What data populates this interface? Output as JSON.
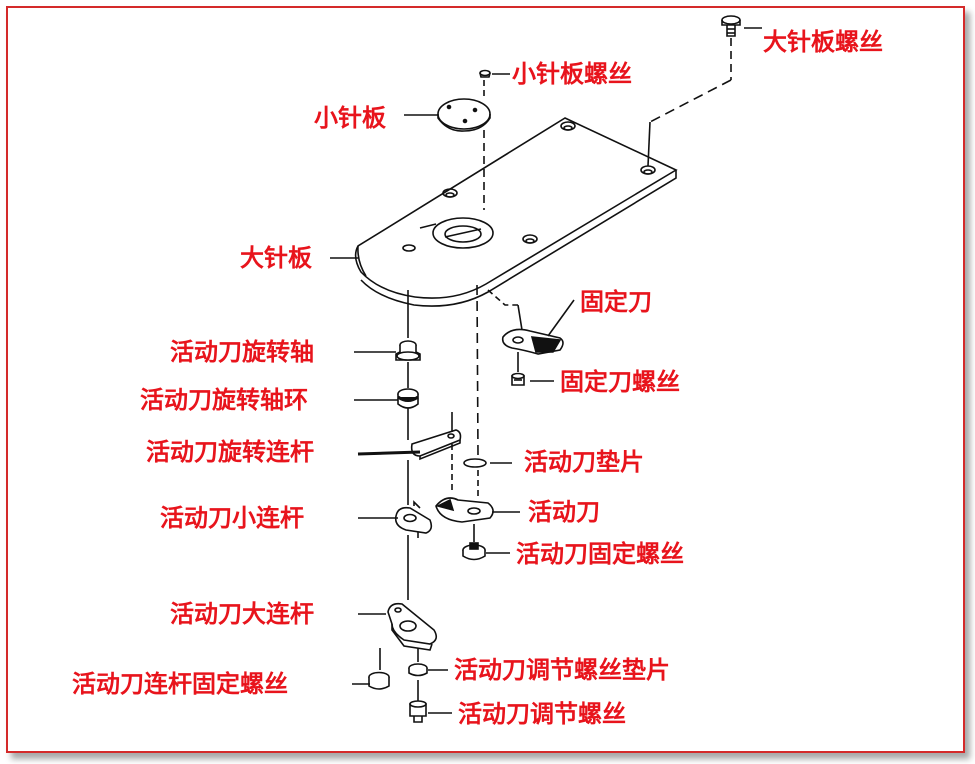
{
  "labels": {
    "large_plate_screw": "大针板螺丝",
    "small_plate_screw": "小针板螺丝",
    "small_plate": "小针板",
    "large_plate": "大针板",
    "fixed_knife": "固定刀",
    "fixed_knife_screw": "固定刀螺丝",
    "moving_knife_pivot": "活动刀旋转轴",
    "moving_knife_pivot_ring": "活动刀旋转轴环",
    "moving_knife_rotating_link": "活动刀旋转连杆",
    "moving_knife_washer": "活动刀垫片",
    "moving_knife": "活动刀",
    "moving_knife_small_link": "活动刀小连杆",
    "moving_knife_fix_screw": "活动刀固定螺丝",
    "moving_knife_large_link": "活动刀大连杆",
    "moving_knife_adjust_washer": "活动刀调节螺丝垫片",
    "moving_knife_link_fix_screw": "活动刀连杆固定螺丝",
    "moving_knife_adjust_screw": "活动刀调节螺丝"
  },
  "colors": {
    "label": "#e8141c",
    "border": "#d42a2a",
    "line_art": "#111111"
  }
}
